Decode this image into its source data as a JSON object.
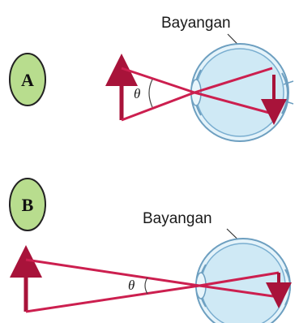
{
  "panels": [
    {
      "badge": "A",
      "image_label": "Bayangan",
      "angle_symbol": "θ"
    },
    {
      "badge": "B",
      "image_label": "Bayangan",
      "angle_symbol": "θ"
    }
  ],
  "colors": {
    "badge_fill": "#b8dd8e",
    "ray": "#cc1f4f",
    "object_arrow": "#a8133a",
    "eye_fill": "#cfe9f5",
    "eye_stroke": "#6d9fc0"
  }
}
